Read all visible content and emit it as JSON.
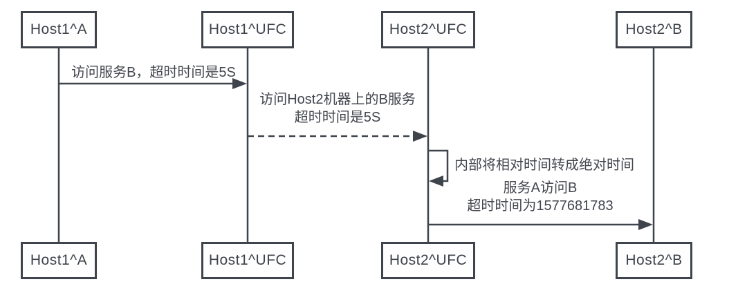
{
  "diagram": {
    "type": "sequence-diagram",
    "colors": {
      "line": "#3f434b",
      "text": "#43464d",
      "box_fill": "#fefefe",
      "background": "#ffffff"
    },
    "participants": [
      {
        "id": "host1-a",
        "label": "Host1^A"
      },
      {
        "id": "host1-ufc",
        "label": "Host1^UFC"
      },
      {
        "id": "host2-ufc",
        "label": "Host2^UFC"
      },
      {
        "id": "host2-b",
        "label": "Host2^B"
      }
    ],
    "messages": [
      {
        "from": "Host1^A",
        "to": "Host1^UFC",
        "style": "solid-arrow",
        "lines": [
          "访问服务B，超时时间是5S"
        ]
      },
      {
        "from": "Host1^UFC",
        "to": "Host2^UFC",
        "style": "dashed-arrow",
        "lines": [
          "访问Host2机器上的B服务",
          "超时时间是5S"
        ]
      },
      {
        "from": "Host2^UFC",
        "to": "Host2^UFC",
        "style": "self-loop-arrow",
        "lines": [
          "内部将相对时间转成绝对时间"
        ]
      },
      {
        "from": "Host2^UFC",
        "to": "Host2^B",
        "style": "solid-arrow",
        "lines": [
          "服务A访问B",
          "超时时间为1577681783"
        ]
      }
    ]
  }
}
